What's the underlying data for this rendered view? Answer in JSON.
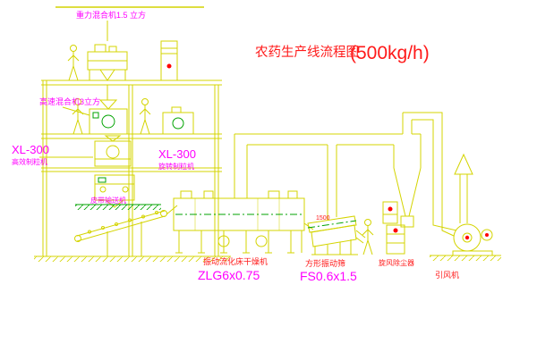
{
  "drawing": {
    "title": {
      "main": "农药生产线流程图",
      "capacity": "(500kg/h)"
    },
    "labels": {
      "gravity_mixer": "重力混合机1.5 立方",
      "high_speed_mixer": "高速混合机3立方",
      "granulator_left_model": "XL-300",
      "granulator_left_name": "高效制粒机",
      "granulator_right_model": "XL-300",
      "granulator_right_name": "旋转制粒机",
      "belt_conveyor": "皮带输送机",
      "fluid_bed_dryer": "振动流化床干燥机",
      "fluid_bed_dryer_model": "ZLG6x0.75",
      "vibrating_sieve": "方形振动筛",
      "vibrating_sieve_model": "FS0.6x1.5",
      "cyclone_dust_collector": "旋风除尘器",
      "induced_draft_fan": "引风机",
      "sieve_dimension": "1500"
    },
    "colors": {
      "line_yellow": "#d4d400",
      "detail_green": "#00a300",
      "label_magenta": "#ff00ff",
      "label_red": "#ff1a1a",
      "background": "#ffffff"
    }
  }
}
